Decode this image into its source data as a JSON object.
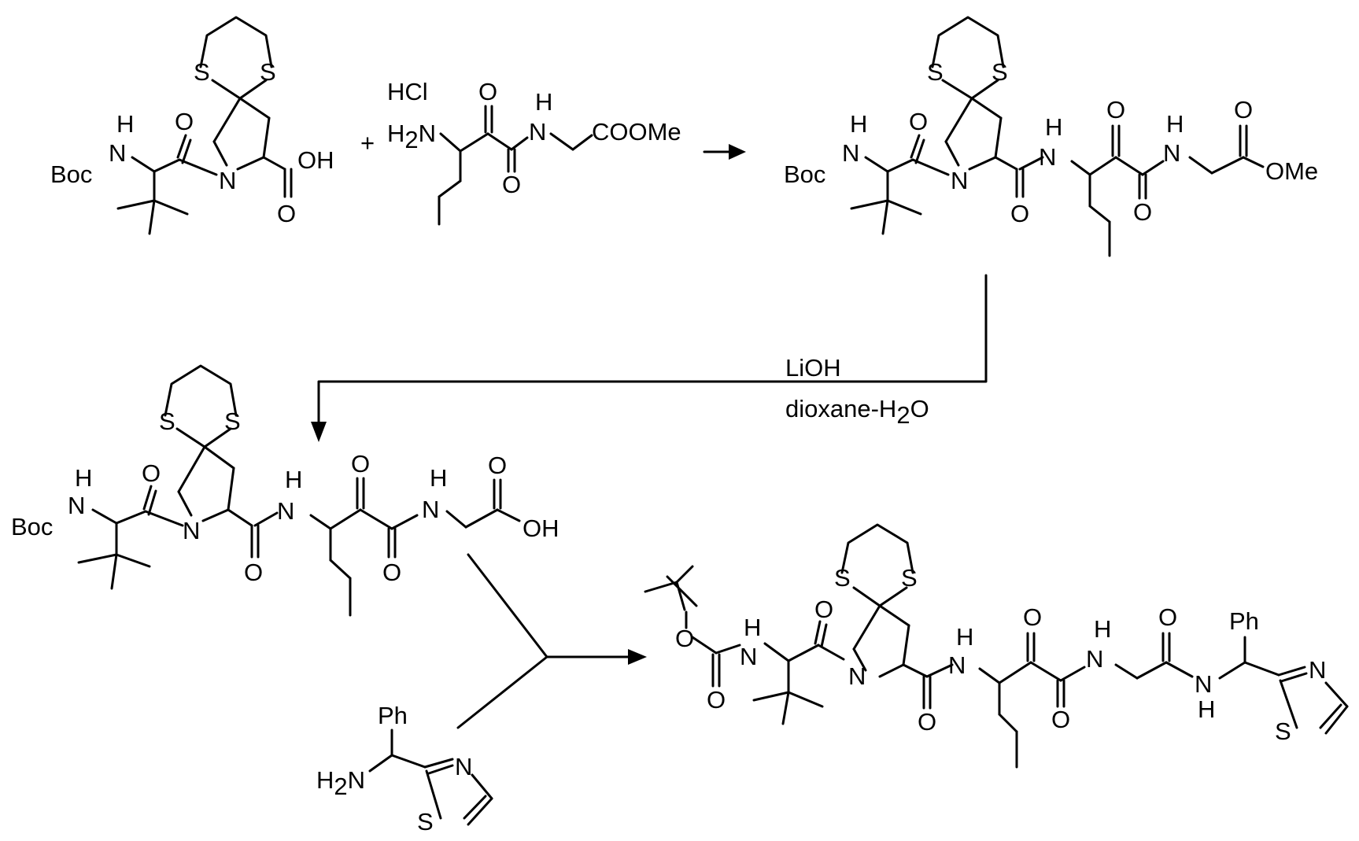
{
  "scheme": {
    "reagent_line1": "LiOH",
    "reagent_line2": "dioxane-H",
    "reagent_line2_sub": "2",
    "reagent_line2_end": "O"
  },
  "atom_labels": {
    "S": "S",
    "N": "N",
    "H": "H",
    "O": "O",
    "NH": "NH",
    "HN": "HN",
    "OH": "OH",
    "OMe": "OMe",
    "COOMe": "COOMe",
    "Boc": "Boc",
    "HCl": "HCl",
    "H2N": "H",
    "sub2": "2",
    "N_only": "N",
    "Ph": "Ph",
    "plus": "+"
  }
}
